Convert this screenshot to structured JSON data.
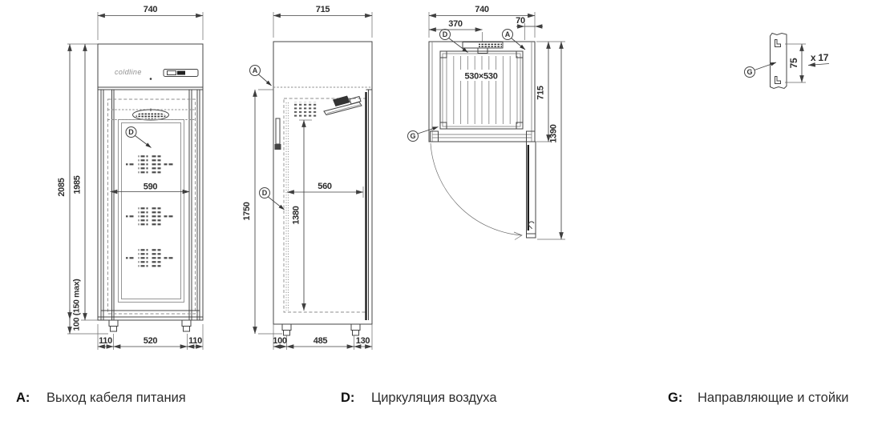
{
  "drawing": {
    "brand": "coldline",
    "front": {
      "dim_width": "740",
      "dim_height_total": "2085",
      "dim_height_body": "1985",
      "dim_leg": "100 (150 max)",
      "dim_interior_width": "590",
      "dim_foot_left": "110",
      "dim_base": "520",
      "dim_foot_right": "110",
      "callout_d": "D"
    },
    "side": {
      "dim_depth": "715",
      "dim_height_door": "1750",
      "dim_interior_height": "1380",
      "dim_interior_depth": "560",
      "dim_foot_back": "100",
      "dim_base": "485",
      "dim_foot_front": "130",
      "callout_a": "A",
      "callout_d": "D"
    },
    "top": {
      "dim_width": "740",
      "dim_fan_offset": "370",
      "dim_cable_offset": "70",
      "dim_shelf": "530×530",
      "dim_depth": "715",
      "dim_door_open": "1390",
      "callout_a": "A",
      "callout_d": "D",
      "callout_g": "G"
    },
    "rail": {
      "dim_pitch": "75",
      "dim_count": "x 17",
      "callout_g": "G"
    }
  },
  "legend": {
    "a_key": "A:",
    "a_label": "Выход кабеля питания",
    "d_key": "D:",
    "d_label": "Циркуляция воздуха",
    "g_key": "G:",
    "g_label": "Направляющие и стойки"
  }
}
